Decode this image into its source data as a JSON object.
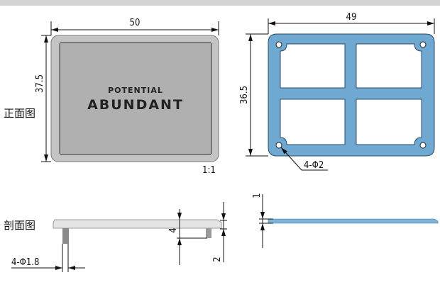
{
  "views": {
    "front_label": "正面图",
    "section_label": "剖面图",
    "scale": "1:1"
  },
  "front": {
    "width_dim": "50",
    "height_dim": "37.5",
    "logo_top": "POTENTIAL",
    "logo_bottom": "ABUNDANT"
  },
  "gasket": {
    "width_dim": "49",
    "height_dim": "36.5",
    "hole_callout": "4-Φ2",
    "color": "#6fa8d0"
  },
  "section": {
    "pin_callout": "4-Φ1.8",
    "pin_height_dim": "4",
    "total_height_dim": "2",
    "gasket_thickness_dim": "1"
  }
}
